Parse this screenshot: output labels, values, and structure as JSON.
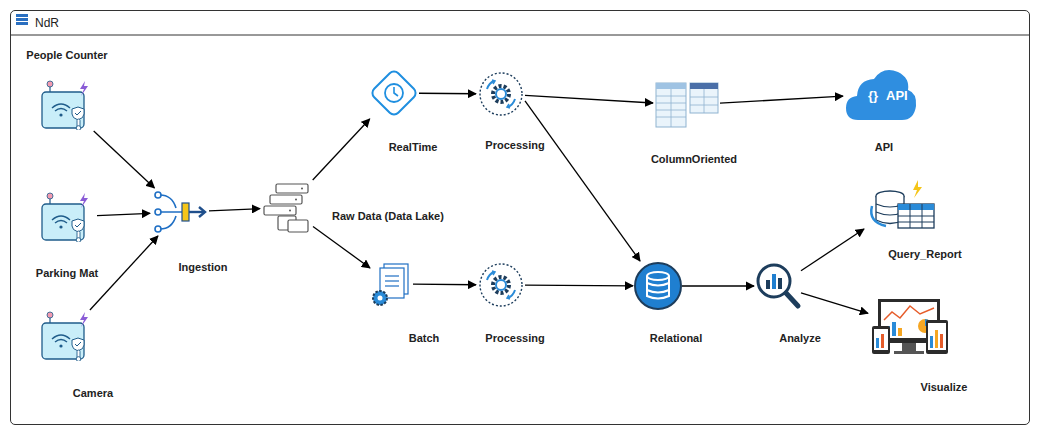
{
  "diagram": {
    "nodes": [
      {
        "text": [
          "NdR"
        ]
      },
      {
        "text": [
          "People Counter"
        ],
        "in": 0
      },
      {
        "text": [
          "Parking Mat"
        ],
        "in": 0
      },
      {
        "text": [
          "Camera"
        ],
        "in": 0
      },
      {
        "text": [
          "Ingestion"
        ],
        "in": 0
      },
      {
        "text": [
          "Raw Data (Data Lake)"
        ],
        "in": 0
      },
      {
        "text": [
          "RealTime"
        ],
        "in": 0
      },
      {
        "text": [
          "Batch"
        ],
        "in": 0
      },
      {
        "text": [
          "Processing"
        ],
        "in": 0
      },
      {
        "text": [
          "Processing"
        ],
        "in": 0
      },
      {
        "text": [
          "ColumnOriented"
        ],
        "in": 0
      },
      {
        "text": [
          "Relational"
        ],
        "in": 0
      },
      {
        "text": [
          "API"
        ],
        "in": 0
      },
      {
        "text": [
          "Analyze"
        ],
        "in": 0
      },
      {
        "text": [
          "Query_Report"
        ],
        "in": 0
      },
      {
        "text": [
          "Visualize"
        ],
        "in": 0
      }
    ],
    "edges": [
      {
        "from": 1,
        "to": 4,
        "arrow": "to"
      },
      {
        "from": 2,
        "to": 4,
        "arrow": "to"
      },
      {
        "from": 3,
        "to": 4,
        "arrow": "to"
      },
      {
        "from": 4,
        "to": 5,
        "arrow": "to"
      },
      {
        "from": 5,
        "to": 6,
        "arrow": "to"
      },
      {
        "from": 5,
        "to": 7,
        "arrow": "to"
      },
      {
        "from": 6,
        "to": 8,
        "arrow": "to"
      },
      {
        "from": 7,
        "to": 9,
        "arrow": "to"
      },
      {
        "from": 8,
        "to": 10,
        "arrow": "to"
      },
      {
        "from": 8,
        "to": 11,
        "arrow": "to"
      },
      {
        "from": 9,
        "to": 11,
        "arrow": "to"
      },
      {
        "from": 10,
        "to": 12,
        "arrow": "to"
      },
      {
        "from": 11,
        "to": 13,
        "arrow": "to"
      },
      {
        "from": 13,
        "to": 14,
        "arrow": "to"
      },
      {
        "from": 13,
        "to": 15,
        "arrow": "to"
      }
    ],
    "labels": [
      "{}",
      "API"
    ]
  }
}
